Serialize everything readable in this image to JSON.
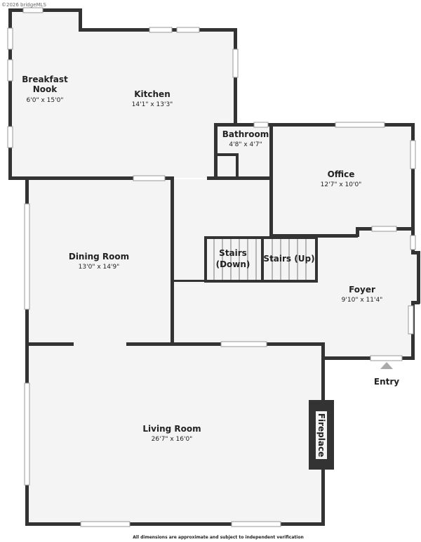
{
  "copyright": "©2026 bridgeMLS",
  "rooms": [
    {
      "name": "Breakfast",
      "name2": "Nook",
      "dims": "6'0\" x 15'0\""
    },
    {
      "name": "Kitchen",
      "dims": "14'1\" x 13'3\""
    },
    {
      "name": "Bathroom",
      "dims": "4'8\" x 4'7\""
    },
    {
      "name": "Office",
      "dims": "12'7\" x 10'0\""
    },
    {
      "name": "Dining Room",
      "dims": "13'0\" x 14'9\""
    },
    {
      "name": "Stairs",
      "name2": "(Down)"
    },
    {
      "name": "Stairs (Up)"
    },
    {
      "name": "Foyer",
      "dims": "9'10\" x 11'4\""
    },
    {
      "name": "Living Room",
      "dims": "26'7\" x 16'0\""
    },
    {
      "name": "Fireplace"
    }
  ],
  "entry_label": "Entry",
  "footer_note": "All dimensions are approximate and subject to independent verification"
}
